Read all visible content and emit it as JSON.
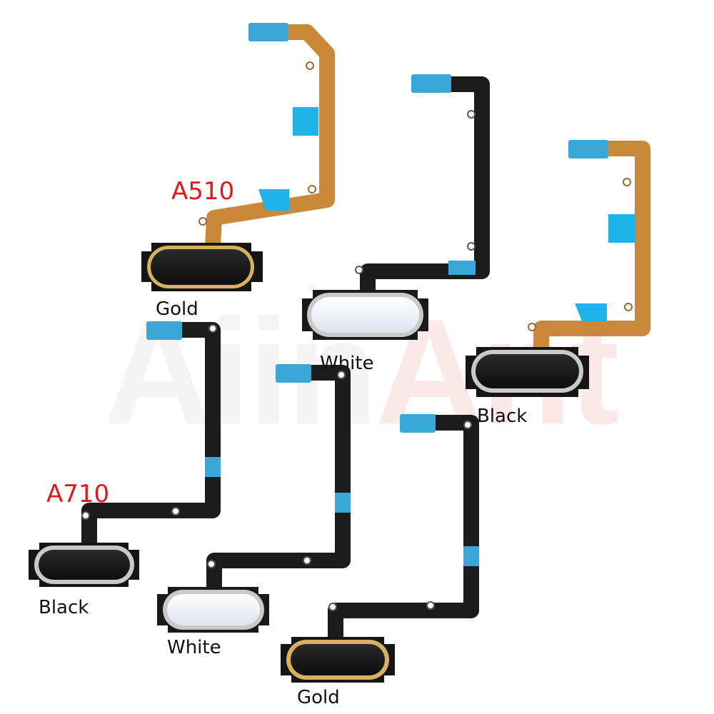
{
  "watermark": {
    "part1": "Aiin",
    "part2": "Ant"
  },
  "groups": [
    {
      "model": "A510",
      "color_labels": [
        "Gold",
        "White",
        "Black"
      ]
    },
    {
      "model": "A710",
      "color_labels": [
        "Black",
        "White",
        "Gold"
      ]
    }
  ],
  "colors": {
    "model_label": "#e3171b",
    "flex_orange": "#c9883a",
    "flex_black": "#1c1c1c",
    "connector_blue": "#3aa7d8",
    "stiffener_blue": "#1fb3e8",
    "button_black": "#141414",
    "button_white": "#eef0f6",
    "trim_gold": "#d8b060",
    "trim_silver": "#c9c9c9"
  }
}
